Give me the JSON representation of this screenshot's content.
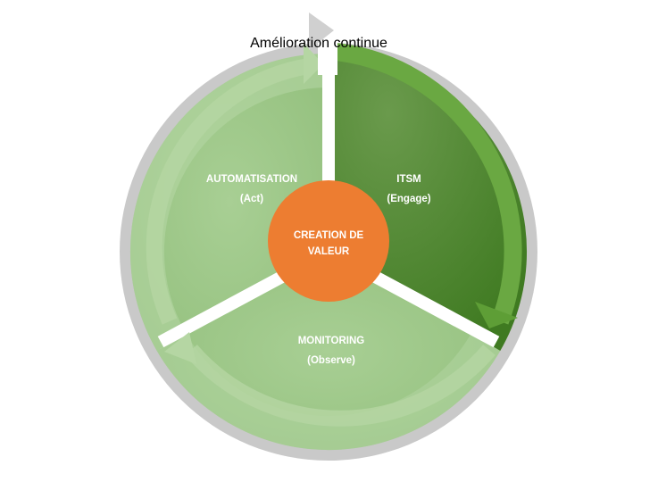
{
  "diagram": {
    "cycle_label": "Amélioration continue",
    "center": {
      "line1": "CREATION DE",
      "line2": "VALEUR",
      "color": "#ED7D31"
    },
    "segments": [
      {
        "title": "ITSM",
        "subtitle": "(Engage)",
        "color": "#4E8A2C"
      },
      {
        "title": "MONITORING",
        "subtitle": "(Observe)",
        "color": "#A2C98D"
      },
      {
        "title": "AUTOMATISATION",
        "subtitle": "(Act)",
        "color": "#9DC78A"
      }
    ],
    "ring_color": "#C9C9C9",
    "arrow_colors": {
      "engage": "#6AA842",
      "light": "#B5D6A3"
    }
  }
}
